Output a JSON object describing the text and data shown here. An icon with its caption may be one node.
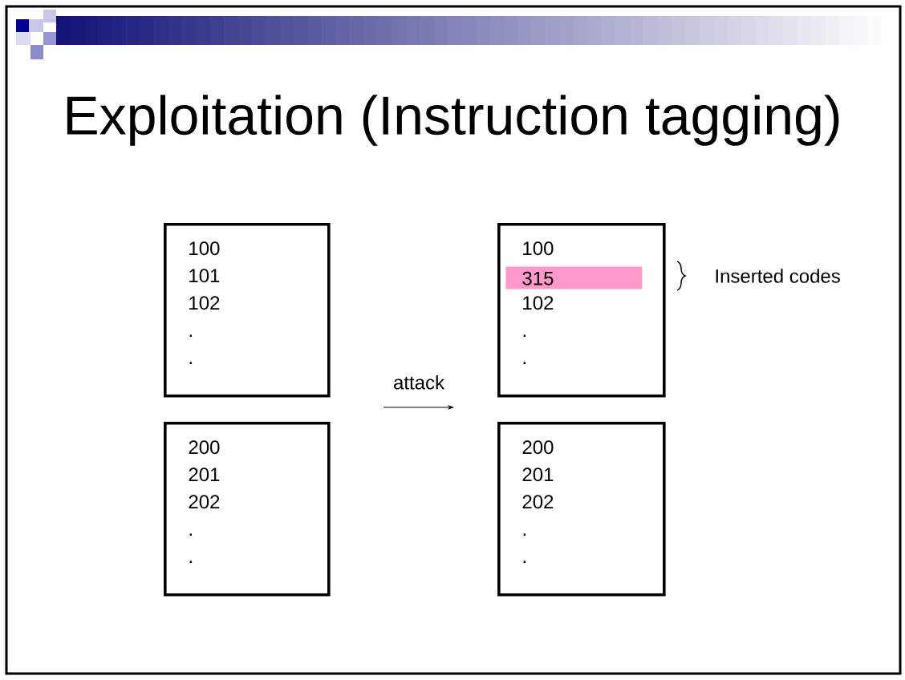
{
  "diagram": {
    "title": "Exploitation (Instruction tagging)",
    "nodes": [
      {
        "text": [
          "100",
          "101",
          "102",
          ".",
          "."
        ]
      },
      {
        "text": [
          "200",
          "201",
          "202",
          ".",
          "."
        ]
      },
      {
        "text": [
          "100",
          "102",
          ".",
          "."
        ]
      },
      {
        "text": [
          "315"
        ],
        "in": 2
      },
      {
        "text": [
          "200",
          "201",
          "202",
          ".",
          "."
        ]
      }
    ],
    "labels": [
      "attack",
      "Inserted codes"
    ]
  }
}
